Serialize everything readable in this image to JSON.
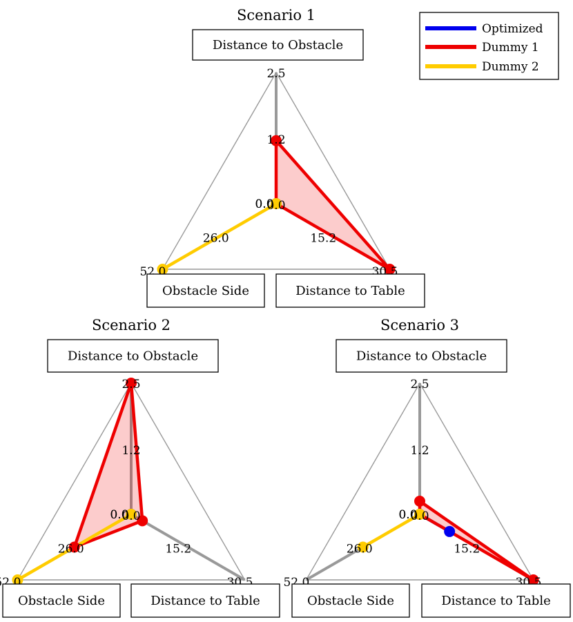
{
  "legend": [
    {
      "name": "Optimized",
      "color": "#0000ee"
    },
    {
      "name": "Dummy 1",
      "color": "#ee0000"
    },
    {
      "name": "Dummy 2",
      "color": "#ffcc00"
    }
  ],
  "chart_data": [
    {
      "type": "radar",
      "title": "Scenario 1",
      "axes": [
        {
          "label": "Distance to Obstacle",
          "min": 0.0,
          "max": 2.5,
          "ticks": [
            "0.0",
            "1.2",
            "2.5"
          ]
        },
        {
          "label": "Distance to Table",
          "min": 0.0,
          "max": 30.5,
          "ticks": [
            "0.0",
            "15.2",
            "30.5"
          ]
        },
        {
          "label": "Obstacle Side",
          "min": 0.0,
          "max": 52.0,
          "ticks": [
            "0.0",
            "26.0",
            "52.0"
          ]
        }
      ],
      "series": [
        {
          "name": "Optimized",
          "values": [
            0.0,
            0.0,
            0.0
          ]
        },
        {
          "name": "Dummy 1",
          "values": [
            1.2,
            30.5,
            0.0
          ]
        },
        {
          "name": "Dummy 2",
          "values": [
            0.0,
            0.0,
            52.0
          ]
        }
      ]
    },
    {
      "type": "radar",
      "title": "Scenario 2",
      "axes": [
        {
          "label": "Distance to Obstacle",
          "min": 0.0,
          "max": 2.5,
          "ticks": [
            "0.0",
            "1.2",
            "2.5"
          ]
        },
        {
          "label": "Distance to Table",
          "min": 0.0,
          "max": 30.5,
          "ticks": [
            "0.0",
            "15.2",
            "30.5"
          ]
        },
        {
          "label": "Obstacle Side",
          "min": 0.0,
          "max": 52.0,
          "ticks": [
            "0.0",
            "26.0",
            "52.0"
          ]
        }
      ],
      "series": [
        {
          "name": "Optimized",
          "values": [
            0.0,
            0.0,
            0.0
          ]
        },
        {
          "name": "Dummy 1",
          "values": [
            2.5,
            3.0,
            26.0
          ]
        },
        {
          "name": "Dummy 2",
          "values": [
            0.0,
            0.0,
            52.0
          ]
        }
      ]
    },
    {
      "type": "radar",
      "title": "Scenario 3",
      "axes": [
        {
          "label": "Distance to Obstacle",
          "min": 0.0,
          "max": 2.5,
          "ticks": [
            "0.0",
            "1.2",
            "2.5"
          ]
        },
        {
          "label": "Distance to Table",
          "min": 0.0,
          "max": 30.5,
          "ticks": [
            "0.0",
            "15.2",
            "30.5"
          ]
        },
        {
          "label": "Obstacle Side",
          "min": 0.0,
          "max": 52.0,
          "ticks": [
            "0.0",
            "26.0",
            "52.0"
          ]
        }
      ],
      "series": [
        {
          "name": "Optimized",
          "values": [
            0.0,
            8.0,
            0.0
          ]
        },
        {
          "name": "Dummy 1",
          "values": [
            0.25,
            30.5,
            0.0
          ]
        },
        {
          "name": "Dummy 2",
          "values": [
            0.0,
            0.0,
            26.0
          ]
        }
      ]
    }
  ]
}
